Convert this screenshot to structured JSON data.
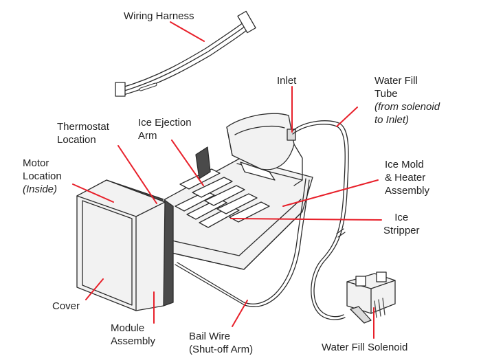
{
  "colors": {
    "leader": "#e8202a",
    "outline": "#2b2b2b",
    "fill_light": "#f2f2f2",
    "fill_mid": "#dcdcdc",
    "fill_dark": "#4a4a4a"
  },
  "labels": {
    "wiring_harness": "Wiring Harness",
    "inlet": "Inlet",
    "water_fill_tube": {
      "line1": "Water Fill",
      "line2": "Tube",
      "note1": "(from solenoid",
      "note2": "to Inlet)"
    },
    "thermostat": {
      "line1": "Thermostat",
      "line2": "Location"
    },
    "ice_ejection_arm": {
      "line1": "Ice Ejection",
      "line2": "Arm"
    },
    "motor_location": {
      "line1": "Motor",
      "line2": "Location",
      "note": "(Inside)"
    },
    "ice_mold": {
      "line1": "Ice Mold",
      "line2": "& Heater",
      "line3": "Assembly"
    },
    "ice_stripper": {
      "line1": "Ice",
      "line2": "Stripper"
    },
    "cover": "Cover",
    "module_assembly": {
      "line1": "Module",
      "line2": "Assembly"
    },
    "bail_wire": {
      "line1": "Bail Wire",
      "line2": "(Shut-off Arm)"
    },
    "water_fill_solenoid": "Water Fill Solenoid"
  }
}
